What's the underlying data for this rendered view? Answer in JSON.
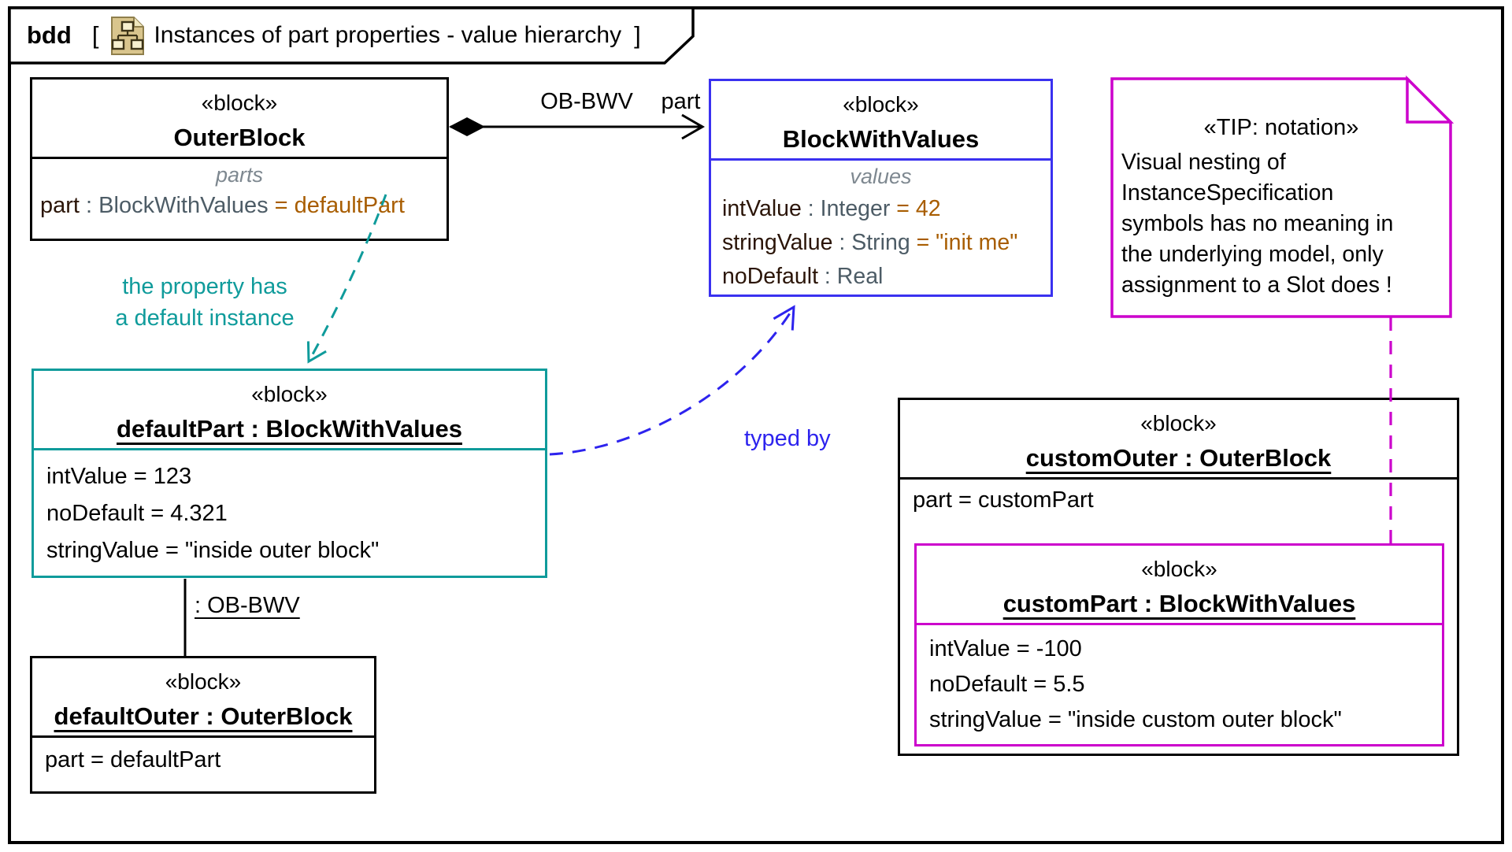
{
  "frame": {
    "keyword": "bdd",
    "bracket_open": "[",
    "bracket_close": "]",
    "title": "Instances of part properties - value hierarchy",
    "icon": "bdd-diagram-icon"
  },
  "colors": {
    "block_border_black": "#000000",
    "block_border_blue": "#3a31f0",
    "block_border_teal": "#0f9b9b",
    "block_border_magenta": "#cc00cc",
    "value_text_brown": "#a85d00",
    "type_text_slate": "#4d5c66",
    "compartment_label_gray": "#7e8890",
    "annotation_teal": "#0f9b9b",
    "typed_by_blue": "#2d23ee"
  },
  "blocks": {
    "outerBlock": {
      "stereotype": "«block»",
      "name": "OuterBlock",
      "compartment": "parts",
      "slot": {
        "name": "part",
        "type": " : BlockWithValues",
        "value": " = defaultPart"
      }
    },
    "blockWithValues": {
      "stereotype": "«block»",
      "name": "BlockWithValues",
      "compartment": "values",
      "rows": [
        {
          "name": "intValue",
          "type": " : Integer",
          "value": " = 42"
        },
        {
          "name": "stringValue",
          "type": " : String",
          "value": " = \"init me\""
        },
        {
          "name": "noDefault",
          "type": " : Real",
          "value": ""
        }
      ]
    },
    "defaultPart": {
      "stereotype": "«block»",
      "name": "defaultPart : BlockWithValues",
      "rows": [
        "intValue = 123",
        "noDefault = 4.321",
        "stringValue = \"inside outer block\""
      ]
    },
    "defaultOuter": {
      "stereotype": "«block»",
      "name": "defaultOuter : OuterBlock",
      "slot": "part = defaultPart"
    },
    "customOuter": {
      "stereotype": "«block»",
      "name": "customOuter : OuterBlock",
      "slot": "part = customPart"
    },
    "customPart": {
      "stereotype": "«block»",
      "name": "customPart : BlockWithValues",
      "rows": [
        "intValue = -100",
        "noDefault = 5.5",
        "stringValue = \"inside custom outer block\""
      ]
    }
  },
  "note": {
    "stereotype": "«TIP: notation»",
    "lines": [
      "Visual nesting of",
      "InstanceSpecification",
      "symbols has no meaning in",
      "the underlying model, only",
      "assignment to a Slot does !"
    ]
  },
  "edges": {
    "composition": {
      "name_label": "OB-BWV",
      "end_label": "part"
    },
    "default_instance": {
      "line1": "the property has",
      "line2": "a default instance"
    },
    "typed_by": "typed by",
    "instance_link": ": OB-BWV"
  }
}
